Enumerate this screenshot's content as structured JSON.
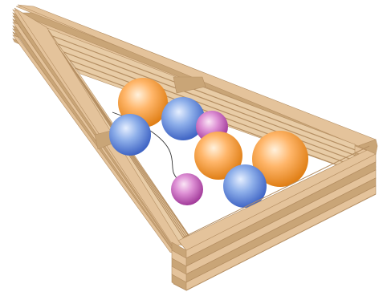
{
  "diagram": {
    "frame": {
      "shape": "triangle",
      "layers": 5,
      "color": "#e4c39b",
      "shade_color": "#c9a577",
      "edge_color": "#b58f63"
    },
    "balls": [
      {
        "color": "orange",
        "size": "large"
      },
      {
        "color": "blue",
        "size": "large"
      },
      {
        "color": "blue",
        "size": "large"
      },
      {
        "color": "purple",
        "size": "small"
      },
      {
        "color": "orange",
        "size": "large"
      },
      {
        "color": "orange",
        "size": "large"
      },
      {
        "color": "blue",
        "size": "large"
      },
      {
        "color": "purple",
        "size": "small"
      }
    ],
    "colors": {
      "orange": {
        "light": "#fff1dc",
        "mid": "#ffb66a",
        "dark": "#e07f16"
      },
      "blue": {
        "light": "#e6efff",
        "mid": "#8fb0ea",
        "dark": "#3f64c4"
      },
      "purple": {
        "light": "#fbe6f6",
        "mid": "#dd8fd4",
        "dark": "#a23b9a"
      }
    },
    "tether": {
      "present": true,
      "color": "#333333"
    }
  }
}
